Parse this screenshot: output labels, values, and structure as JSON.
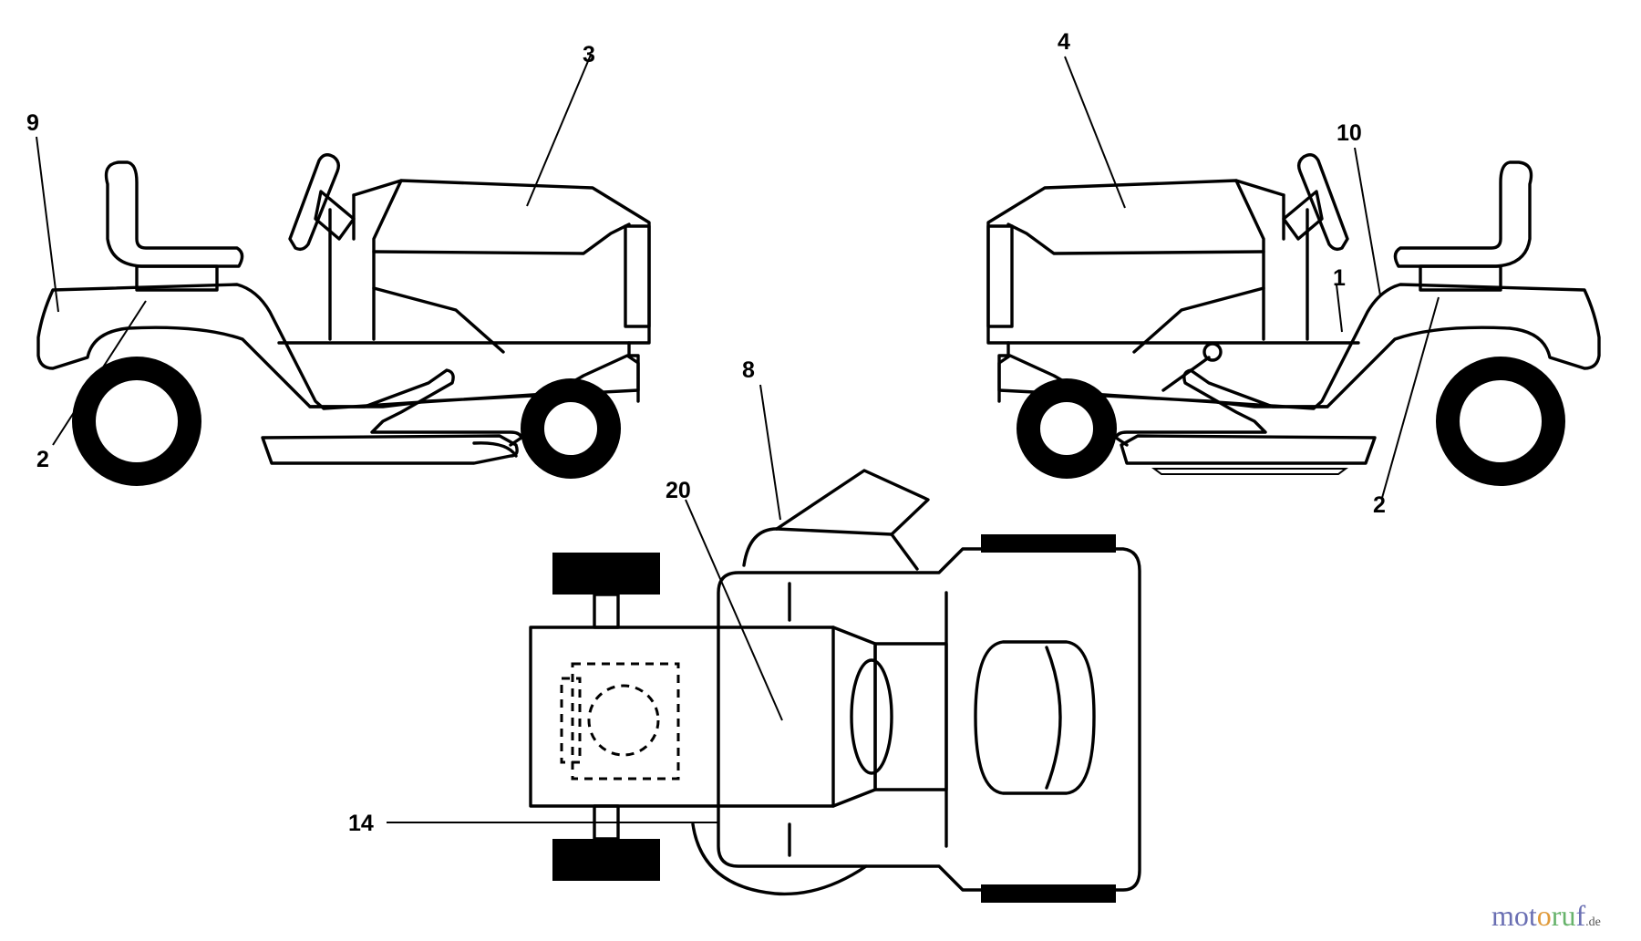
{
  "callouts": {
    "left_hood": "3",
    "left_rear": "9",
    "left_fender": "2",
    "right_hood": "4",
    "right_rear": "10",
    "right_footrest": "1",
    "right_fender": "2",
    "top_chute": "8",
    "top_hood": "20",
    "top_side": "14"
  },
  "watermark": {
    "part1": "mot",
    "part2": "o",
    "part3": "ru",
    "part4": "f",
    "part5": ".de"
  }
}
